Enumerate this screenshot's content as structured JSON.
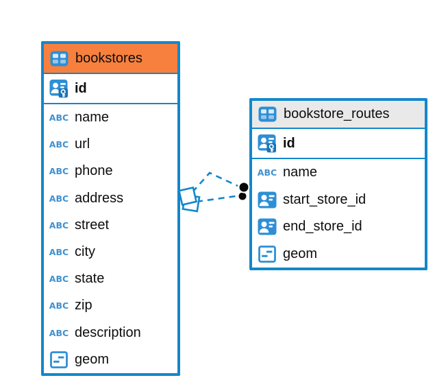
{
  "diagram": {
    "background_color": "#ffffff",
    "accent_color": "#1287CB",
    "text_icon_label": "ABC",
    "entities": [
      {
        "title": "bookstores",
        "header_color": "#F7803E",
        "header_icon": "table-icon",
        "columns": [
          {
            "name": "id",
            "icon": "primary-key-icon",
            "primary": true
          },
          {
            "name": "name",
            "icon": "text-icon"
          },
          {
            "name": "url",
            "icon": "text-icon"
          },
          {
            "name": "phone",
            "icon": "text-icon"
          },
          {
            "name": "address",
            "icon": "text-icon"
          },
          {
            "name": "street",
            "icon": "text-icon"
          },
          {
            "name": "city",
            "icon": "text-icon"
          },
          {
            "name": "state",
            "icon": "text-icon"
          },
          {
            "name": "zip",
            "icon": "text-icon"
          },
          {
            "name": "description",
            "icon": "text-icon"
          },
          {
            "name": "geom",
            "icon": "geometry-icon"
          }
        ]
      },
      {
        "title": "bookstore_routes",
        "header_color": "#E9E9E9",
        "header_icon": "table-icon",
        "columns": [
          {
            "name": "id",
            "icon": "primary-key-icon",
            "primary": true
          },
          {
            "name": "name",
            "icon": "text-icon"
          },
          {
            "name": "start_store_id",
            "icon": "reference-icon"
          },
          {
            "name": "end_store_id",
            "icon": "reference-icon"
          },
          {
            "name": "geom",
            "icon": "geometry-icon"
          }
        ]
      }
    ],
    "relationships": [
      {
        "from_entity": "bookstores",
        "to_entity": "bookstore_routes",
        "style": "dashed"
      },
      {
        "from_entity": "bookstores",
        "to_entity": "bookstore_routes",
        "style": "dashed"
      }
    ]
  }
}
